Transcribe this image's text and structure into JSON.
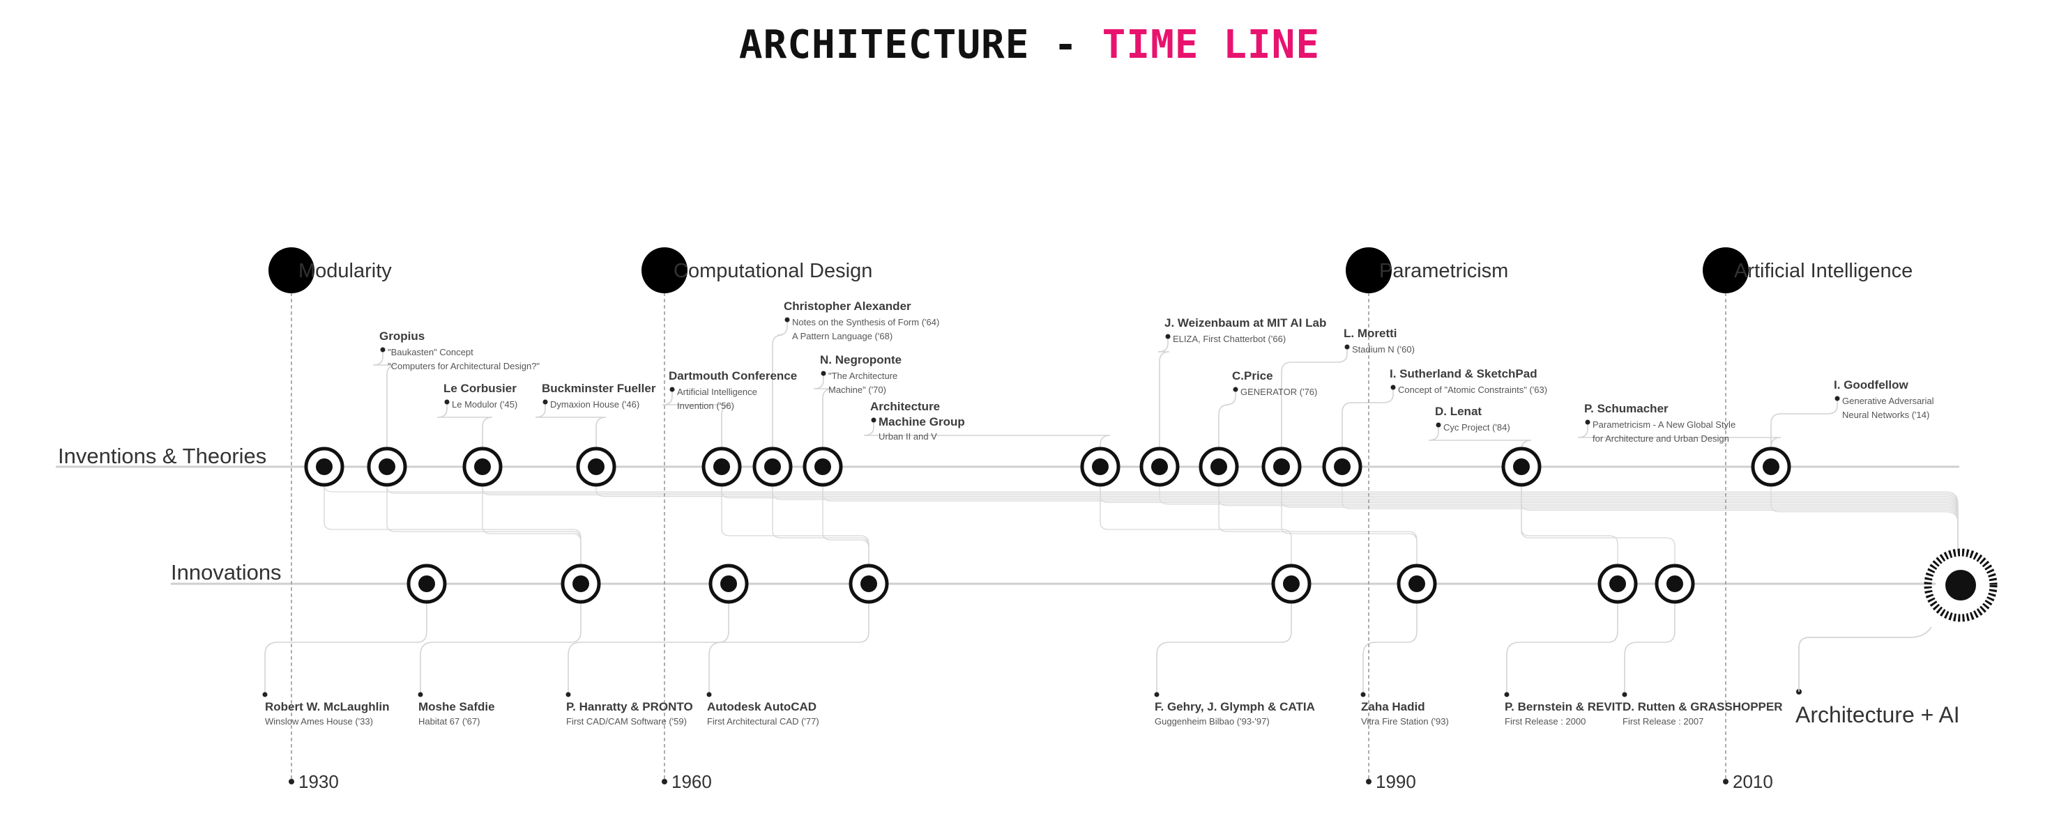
{
  "title": {
    "main": "ARCHITECTURE - ",
    "accent": "TIME LINE"
  },
  "colors": {
    "accent": "#e8136e",
    "ink": "#111111",
    "line": "#c8c8c8"
  },
  "rows": {
    "inventions": "Inventions & Theories",
    "innovations": "Innovations"
  },
  "eras": [
    {
      "label": "Modularity"
    },
    {
      "label": "Computational Design"
    },
    {
      "label": "Parametricism"
    },
    {
      "label": "Artificial Intelligence"
    }
  ],
  "years": [
    "1930",
    "1960",
    "1990",
    "2010"
  ],
  "theories": [
    {
      "name": "Gropius",
      "desc": [
        "\"Baukasten\" Concept",
        "\"Computers for Architectural Design?\""
      ]
    },
    {
      "name": "Le Corbusier",
      "desc": [
        "Le Modulor ('45)"
      ]
    },
    {
      "name": "Buckminster Fueller",
      "desc": [
        "Dymaxion House ('46)"
      ]
    },
    {
      "name": "Dartmouth Conference",
      "desc": [
        "Artificial Intelligence",
        "Invention ('56)"
      ]
    },
    {
      "name": "Christopher Alexander",
      "desc": [
        "Notes on the Synthesis of Form ('64)",
        "A Pattern Language ('68)"
      ]
    },
    {
      "name": "N. Negroponte",
      "desc": [
        "\"The Architecture",
        "Machine\" ('70)"
      ]
    },
    {
      "name": "Architecture",
      "desc": [
        "Machine Group",
        "Urban II and V"
      ]
    },
    {
      "name": "J. Weizenbaum at MIT AI Lab",
      "desc": [
        "ELIZA, First Chatterbot ('66)"
      ]
    },
    {
      "name": "C.Price",
      "desc": [
        "GENERATOR ('76)"
      ]
    },
    {
      "name": "L. Moretti",
      "desc": [
        "Stadium N ('60)"
      ]
    },
    {
      "name": "I. Sutherland & SketchPad",
      "desc": [
        "Concept of \"Atomic Constraints\" ('63)"
      ]
    },
    {
      "name": "D. Lenat",
      "desc": [
        "Cyc Project ('84)"
      ]
    },
    {
      "name": "P. Schumacher",
      "desc": [
        "Parametricism - A New Global Style",
        "for Architecture and Urban Design"
      ]
    },
    {
      "name": "I. Goodfellow",
      "desc": [
        "Generative Adversarial",
        "Neural Networks ('14)"
      ]
    }
  ],
  "innovations": [
    {
      "name": "Robert W. McLaughlin",
      "desc": "Winslow Ames House ('33)"
    },
    {
      "name": "Moshe Safdie",
      "desc": "Habitat 67 ('67)"
    },
    {
      "name": "P. Hanratty & PRONTO",
      "desc": "First CAD/CAM Software ('59)"
    },
    {
      "name": "Autodesk AutoCAD",
      "desc": "First Architectural CAD ('77)"
    },
    {
      "name": "F. Gehry, J. Glymph & CATIA",
      "desc": "Guggenheim Bilbao ('93-'97)"
    },
    {
      "name": "Zaha Hadid",
      "desc": "Vitra Fire Station ('93)"
    },
    {
      "name": "P. Bernstein & REVIT",
      "desc": "First Release : 2000"
    },
    {
      "name": "D. Rutten & GRASSHOPPER",
      "desc": "First Release : 2007"
    }
  ],
  "final": {
    "label": "Architecture + AI"
  }
}
